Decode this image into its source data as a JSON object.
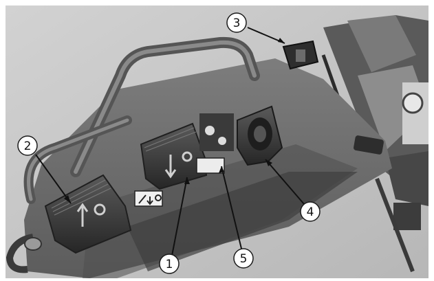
{
  "callouts": [
    {
      "label": "1"
    },
    {
      "label": "2"
    },
    {
      "label": "3"
    },
    {
      "label": "4"
    },
    {
      "label": "5"
    }
  ],
  "colors": {
    "background": "#ffffff",
    "photo_floor": "#c9c9c9",
    "machine_body": "#6f6f6f",
    "pedal": "#2e2e2e",
    "callout_fill": "#ffffff",
    "callout_stroke": "#1a1a1a"
  },
  "icons": {
    "pedal_2": "arrow-up-with-gear",
    "pedal_1": "arrow-down-with-gear",
    "decal": "hand-arrow-down-gear"
  }
}
